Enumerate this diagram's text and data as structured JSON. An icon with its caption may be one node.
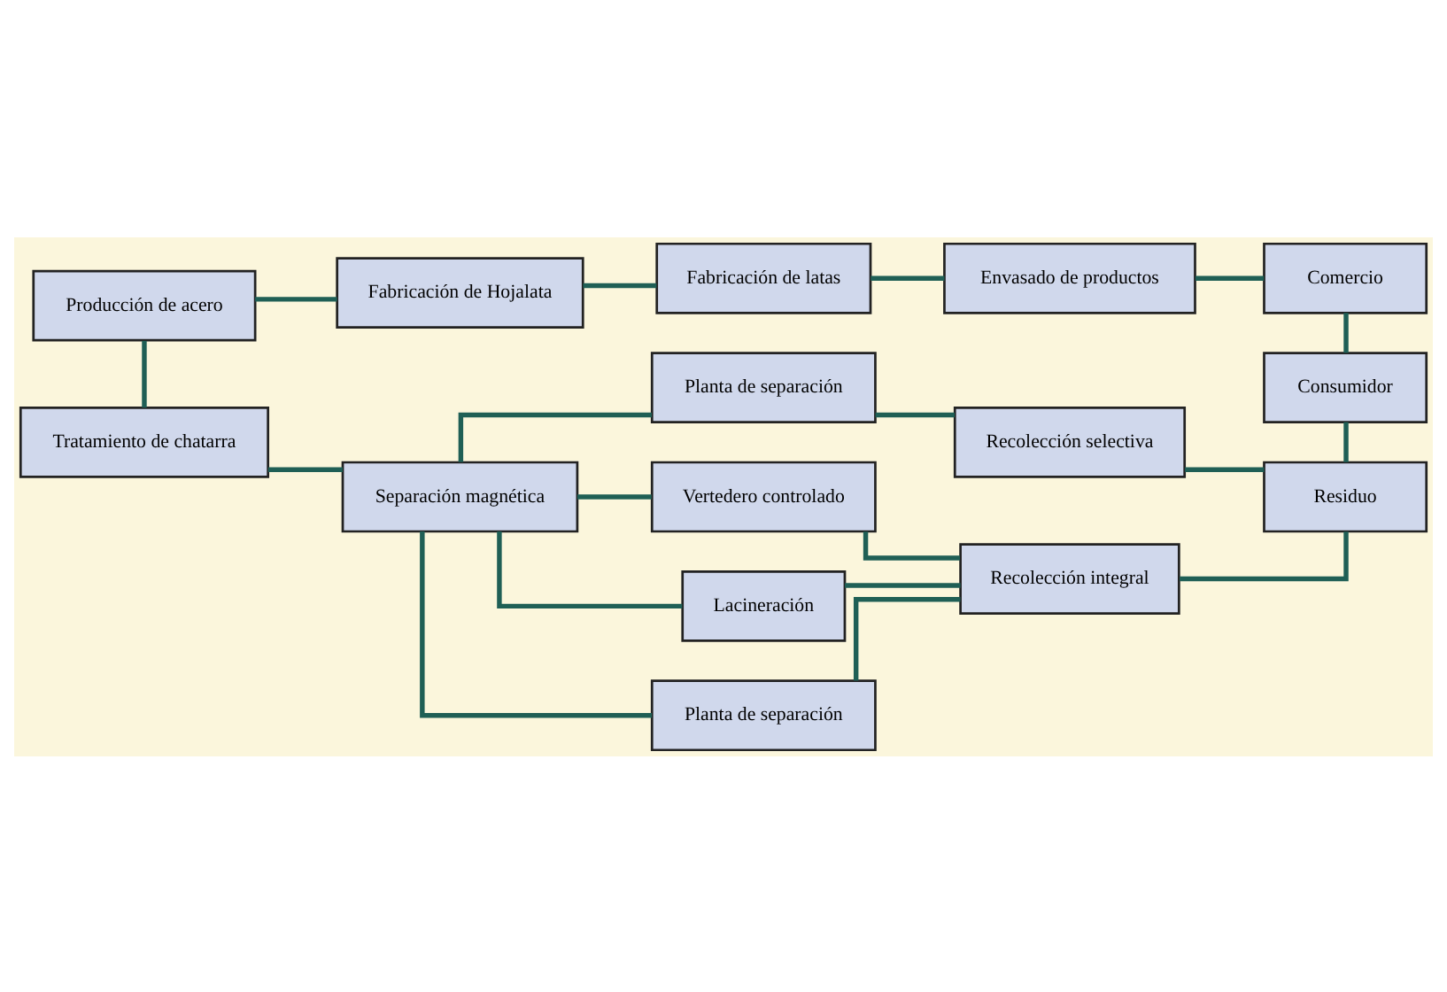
{
  "diagram": {
    "nodes": [
      {
        "text": [
          "Producción de acero"
        ]
      },
      {
        "text": [
          "Fabricación de Hojalata"
        ]
      },
      {
        "text": [
          "Fabricación de latas"
        ]
      },
      {
        "text": [
          "Envasado de productos"
        ]
      },
      {
        "text": [
          "Comercio"
        ]
      },
      {
        "text": [
          "Planta de separación"
        ]
      },
      {
        "text": [
          "Recolección selectiva"
        ]
      },
      {
        "text": [
          "Consumidor"
        ]
      },
      {
        "text": [
          "Tratamiento de chatarra"
        ]
      },
      {
        "text": [
          "Separación magnética"
        ]
      },
      {
        "text": [
          "Vertedero controlado"
        ]
      },
      {
        "text": [
          "Residuo"
        ]
      },
      {
        "text": [
          "Lacineración"
        ]
      },
      {
        "text": [
          "Recolección integral"
        ]
      },
      {
        "text": [
          "Planta de separación"
        ]
      }
    ],
    "edges": [
      {
        "from": 0,
        "to": 1,
        "arrow": "none"
      },
      {
        "from": 1,
        "to": 2,
        "arrow": "none"
      },
      {
        "from": 2,
        "to": 3,
        "arrow": "none"
      },
      {
        "from": 3,
        "to": 4,
        "arrow": "none"
      },
      {
        "from": 4,
        "to": 7,
        "arrow": "none"
      },
      {
        "from": 7,
        "to": 11,
        "arrow": "none"
      },
      {
        "from": 0,
        "to": 8,
        "arrow": "none"
      },
      {
        "from": 8,
        "to": 9,
        "arrow": "none"
      },
      {
        "from": 9,
        "to": 5,
        "arrow": "none"
      },
      {
        "from": 9,
        "to": 10,
        "arrow": "none"
      },
      {
        "from": 9,
        "to": 12,
        "arrow": "none"
      },
      {
        "from": 9,
        "to": 14,
        "arrow": "none"
      },
      {
        "from": 5,
        "to": 6,
        "arrow": "none"
      },
      {
        "from": 11,
        "to": 6,
        "arrow": "none"
      },
      {
        "from": 11,
        "to": 13,
        "arrow": "none"
      },
      {
        "from": 10,
        "to": 13,
        "arrow": "none"
      },
      {
        "from": 12,
        "to": 13,
        "arrow": "none"
      },
      {
        "from": 14,
        "to": 13,
        "arrow": "none"
      }
    ]
  }
}
